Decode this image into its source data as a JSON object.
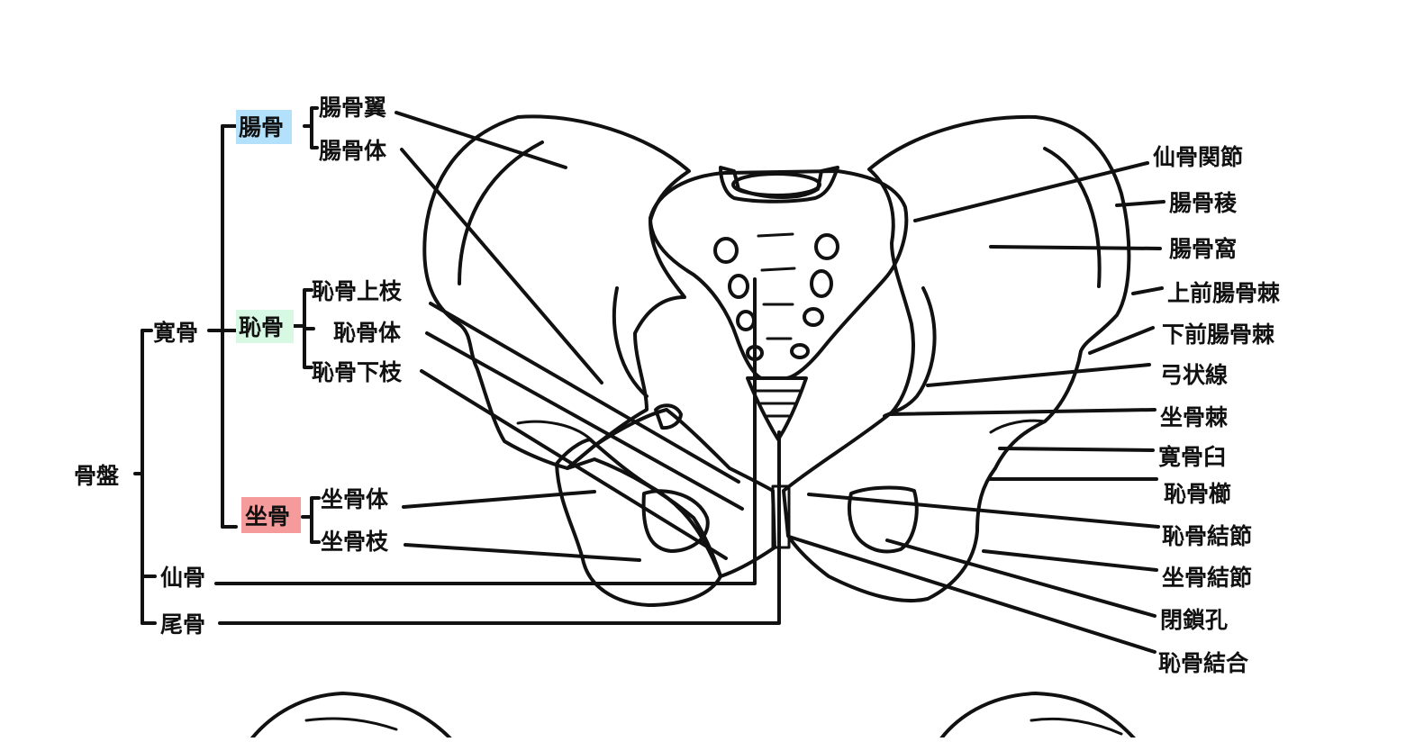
{
  "colors": {
    "ilium": "#b3e0fb",
    "pubis": "#d7f8e3",
    "ischium": "#f59b9b",
    "bone": "#fcedc0",
    "ink": "#111111",
    "background": "#ffffff"
  },
  "tree": {
    "root": "骨盤",
    "hip_bone": "寛骨",
    "sacrum": "仙骨",
    "coccyx": "尾骨",
    "ilium": {
      "name": "腸骨",
      "parts": [
        "腸骨翼",
        "腸骨体"
      ]
    },
    "pubis": {
      "name": "恥骨",
      "parts": [
        "恥骨上枝",
        "恥骨体",
        "恥骨下枝"
      ]
    },
    "ischium": {
      "name": "坐骨",
      "parts": [
        "坐骨体",
        "坐骨枝"
      ]
    }
  },
  "right_labels": [
    "仙骨関節",
    "腸骨稜",
    "腸骨窩",
    "上前腸骨棘",
    "下前腸骨棘",
    "弓状線",
    "坐骨棘",
    "寛骨臼",
    "恥骨櫛",
    "恥骨結節",
    "坐骨結節",
    "閉鎖孔",
    "恥骨結合"
  ]
}
